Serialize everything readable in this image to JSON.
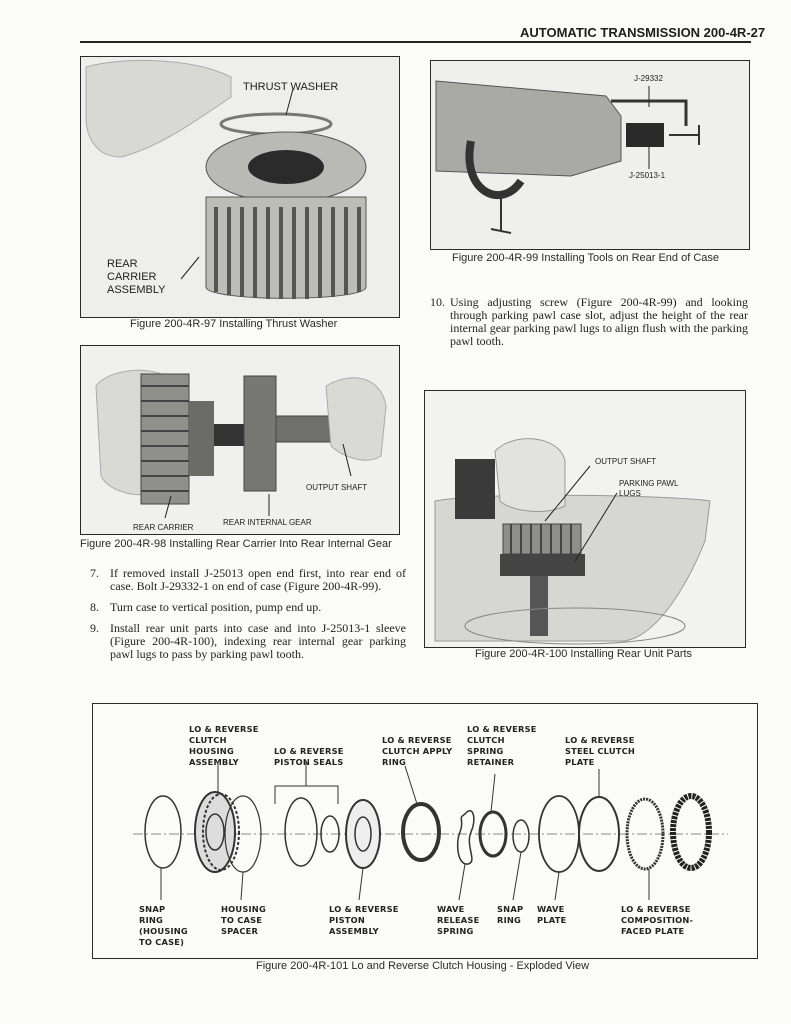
{
  "header": {
    "title": "AUTOMATIC TRANSMISSION  200-4R-27"
  },
  "figures": {
    "fig97": {
      "caption": "Figure 200-4R-97 Installing Thrust Washer",
      "labels": {
        "thrust_washer": "THRUST WASHER",
        "rear_carrier_assembly": "REAR\nCARRIER\nASSEMBLY"
      }
    },
    "fig98": {
      "caption": "Figure 200-4R-98 Installing Rear Carrier Into Rear Internal Gear",
      "labels": {
        "output_shaft": "OUTPUT SHAFT",
        "rear_internal_gear": "REAR INTERNAL GEAR",
        "rear_carrier": "REAR CARRIER"
      }
    },
    "fig99": {
      "caption": "Figure 200-4R-99 Installing Tools on Rear End of Case",
      "labels": {
        "tool_1": "J-29332",
        "tool_2": "J-25013-1"
      }
    },
    "fig100": {
      "caption": "Figure 200-4R-100 Installing Rear Unit Parts",
      "labels": {
        "output_shaft": "OUTPUT SHAFT",
        "parking_pawl_lugs": "PARKING PAWL\nLUGS"
      }
    },
    "fig101": {
      "caption": "Figure 200-4R-101 Lo and Reverse Clutch Housing - Exploded View",
      "top_labels": [
        "LO & REVERSE\nCLUTCH\nHOUSING\nASSEMBLY",
        "LO & REVERSE\nPISTON SEALS",
        "LO & REVERSE\nCLUTCH APPLY\nRING",
        "LO & REVERSE\nCLUTCH\nSPRING\nRETAINER",
        "LO & REVERSE\nSTEEL CLUTCH\nPLATE"
      ],
      "bottom_labels": [
        "SNAP\nRING\n(HOUSING\nTO CASE)",
        "HOUSING\nTO CASE\nSPACER",
        "LO & REVERSE\nPISTON\nASSEMBLY",
        "WAVE\nRELEASE\nSPRING",
        "SNAP\nRING",
        "WAVE\nPLATE",
        "LO & REVERSE\nCOMPOSITION-\nFACED PLATE"
      ]
    }
  },
  "steps": [
    {
      "number": "7.",
      "text": "If removed install J-25013 open end first, into rear end of case. Bolt J-29332-1 on end of case (Figure 200-4R-99)."
    },
    {
      "number": "8.",
      "text": "Turn case to vertical position, pump end up."
    },
    {
      "number": "9.",
      "text": "Install rear unit parts into case and into J-25013-1 sleeve (Figure 200-4R-100), indexing rear internal gear parking pawl lugs to pass by parking pawl tooth."
    },
    {
      "number": "10.",
      "text": "Using adjusting screw (Figure 200-4R-99) and looking through parking pawl case slot, adjust the height of the rear internal gear parking pawl lugs to align flush with the parking pawl tooth."
    }
  ]
}
